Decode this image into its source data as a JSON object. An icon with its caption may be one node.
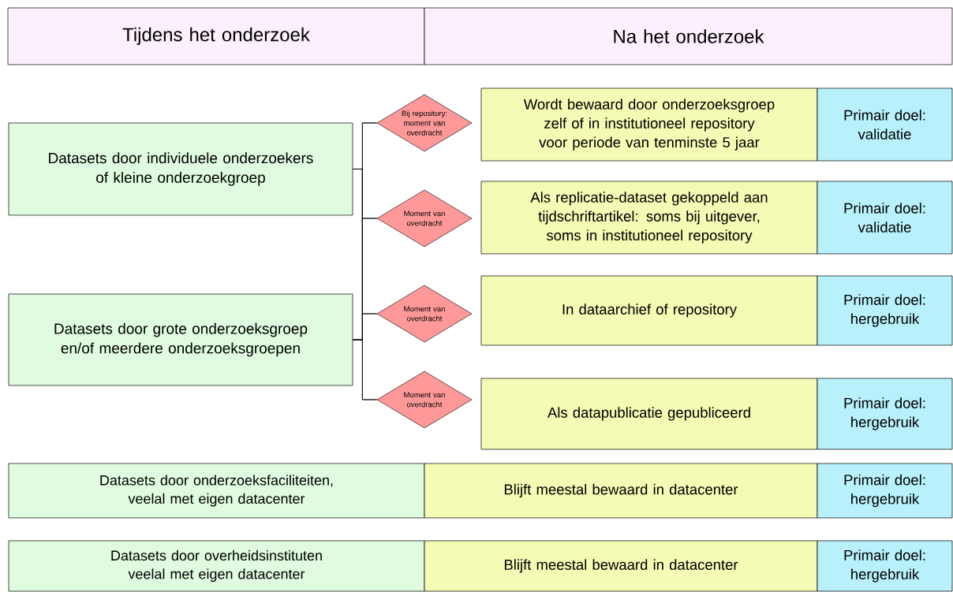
{
  "diagram": {
    "nodes": [
      {
        "text": [
          "Tijdens het onderzoek"
        ]
      },
      {
        "text": [
          "Na het onderzoek"
        ]
      },
      {
        "text": [
          "Datasets door individuele onderzoekers of kleine onderzoekgroep"
        ]
      },
      {
        "text": [
          "Bij repository: moment van overdracht"
        ]
      },
      {
        "text": [
          "Wordt bewaard door onderzoeksgroep zelf of in institutioneel repository voor periode van tenminste 5 jaar"
        ]
      },
      {
        "text": [
          "Primair doel: validatie"
        ]
      },
      {
        "text": [
          "Moment van overdracht"
        ]
      },
      {
        "text": [
          "Als replicatie-dataset gekoppeld aan tijdschriftartikel: soms bij uitgever, soms in institutioneel repository"
        ]
      },
      {
        "text": [
          "Primair doel: validatie"
        ]
      },
      {
        "text": [
          "Datasets door grote onderzoeksgroep en/of meerdere onderzoeksgroepen"
        ]
      },
      {
        "text": [
          "Moment van overdracht"
        ]
      },
      {
        "text": [
          "In dataarchief of repository"
        ]
      },
      {
        "text": [
          "Primair doel: hergebruik"
        ]
      },
      {
        "text": [
          "Moment van overdracht"
        ]
      },
      {
        "text": [
          "Als datapublicatie gepubliceerd"
        ]
      },
      {
        "text": [
          "Primair doel: hergebruik"
        ]
      },
      {
        "text": [
          "Datasets door onderzoeksfaciliteiten, veelal met eigen datacenter"
        ]
      },
      {
        "text": [
          "Blijft meestal bewaard in datacenter"
        ]
      },
      {
        "text": [
          "Primair doel: hergebruik"
        ]
      },
      {
        "text": [
          "Datasets door overheidsinstituten veelal met eigen datacenter"
        ]
      },
      {
        "text": [
          "Blijft meestal bewaard in datacenter"
        ]
      },
      {
        "text": [
          "Primair doel: hergebruik"
        ]
      }
    ],
    "edges": [
      {
        "from": 2,
        "to": 3,
        "arrow": "none"
      },
      {
        "from": 2,
        "to": 6,
        "arrow": "none"
      },
      {
        "from": 2,
        "to": 10,
        "arrow": "none"
      },
      {
        "from": 2,
        "to": 13,
        "arrow": "none"
      },
      {
        "from": 9,
        "to": 3,
        "arrow": "none"
      },
      {
        "from": 9,
        "to": 6,
        "arrow": "none"
      },
      {
        "from": 9,
        "to": 10,
        "arrow": "none"
      },
      {
        "from": 9,
        "to": 13,
        "arrow": "none"
      }
    ]
  }
}
